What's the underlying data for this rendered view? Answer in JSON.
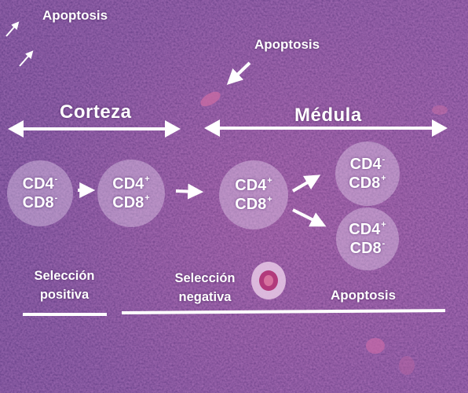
{
  "regions": {
    "cortex": "Corteza",
    "medulla": "Médula"
  },
  "apoptosis_labels": {
    "top_left": "Apoptosis",
    "top_center": "Apoptosis",
    "bottom_right": "Apoptosis"
  },
  "selection": {
    "positive_line1": "Selección",
    "positive_line2": "positiva",
    "negative_line1": "Selección",
    "negative_line2": "negativa"
  },
  "stages": {
    "double_negative": {
      "line1": "CD4",
      "sign1": "-",
      "line2": "CD8",
      "sign2": "-"
    },
    "dp_cortex": {
      "line1": "CD4",
      "sign1": "+",
      "line2": "CD8",
      "sign2": "+"
    },
    "dp_medulla": {
      "line1": "CD4",
      "sign1": "+",
      "line2": "CD8",
      "sign2": "+"
    },
    "cd8_single_positive": {
      "line1": "CD4",
      "sign1": "-",
      "line2": "CD8",
      "sign2": "+"
    },
    "cd4_single_positive": {
      "line1": "CD4",
      "sign1": "+",
      "line2": "CD8",
      "sign2": "-"
    }
  },
  "colors": {
    "tissue_base": "#6b3d8f",
    "tissue_dark": "#3e2a78",
    "tissue_pink": "#b0508f",
    "annotation": "#ffffff"
  }
}
